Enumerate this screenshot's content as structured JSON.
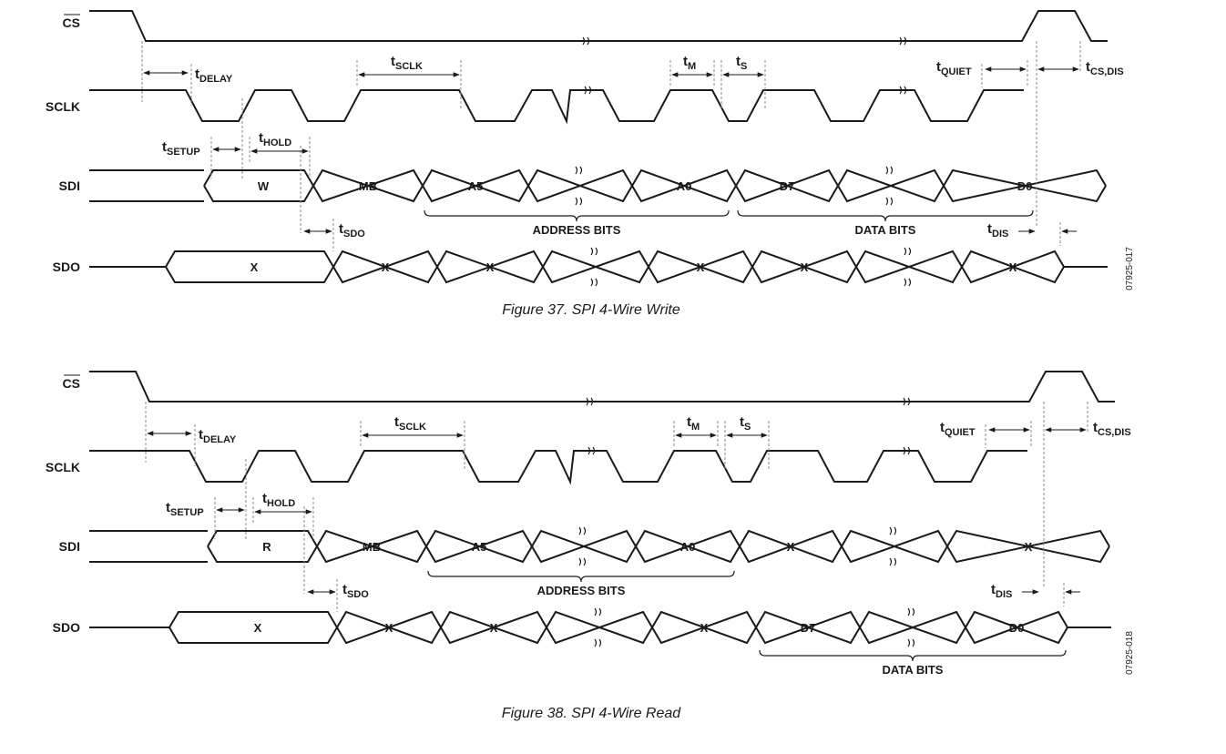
{
  "colors": {
    "line": "#1a1a1a",
    "guide": "#888888",
    "background": "#ffffff"
  },
  "figures": [
    {
      "caption": "Figure 37. SPI 4-Wire Write",
      "code": "07925-017",
      "signals": {
        "cs": "CS",
        "sclk": "SCLK",
        "sdi": "SDI",
        "sdo": "SDO"
      },
      "sdi_cells": [
        "W",
        "MB",
        "A5",
        "",
        "A0",
        "D7",
        "",
        "D0"
      ],
      "sdo_cells": [
        "X",
        "X",
        "X",
        "",
        "X",
        "X",
        "",
        "X"
      ],
      "brackets": {
        "address": "ADDRESS BITS",
        "data": "DATA BITS"
      },
      "timing": {
        "delay": {
          "main": "t",
          "sub": "DELAY"
        },
        "sclk": {
          "main": "t",
          "sub": "SCLK"
        },
        "m": {
          "main": "t",
          "sub": "M"
        },
        "s": {
          "main": "t",
          "sub": "S"
        },
        "quiet": {
          "main": "t",
          "sub": "QUIET"
        },
        "csdis": {
          "main": "t",
          "sub": "CS,DIS"
        },
        "setup": {
          "main": "t",
          "sub": "SETUP"
        },
        "hold": {
          "main": "t",
          "sub": "HOLD"
        },
        "sdo": {
          "main": "t",
          "sub": "SDO"
        },
        "dis": {
          "main": "t",
          "sub": "DIS"
        }
      }
    },
    {
      "caption": "Figure 38. SPI 4-Wire Read",
      "code": "07925-018",
      "signals": {
        "cs": "CS",
        "sclk": "SCLK",
        "sdi": "SDI",
        "sdo": "SDO"
      },
      "sdi_cells": [
        "R",
        "MB",
        "A5",
        "",
        "A0",
        "X",
        "",
        "X"
      ],
      "sdo_cells": [
        "X",
        "X",
        "X",
        "",
        "X",
        "D7",
        "",
        "D0"
      ],
      "brackets": {
        "address": "ADDRESS BITS",
        "data": "DATA BITS"
      },
      "timing": {
        "delay": {
          "main": "t",
          "sub": "DELAY"
        },
        "sclk": {
          "main": "t",
          "sub": "SCLK"
        },
        "m": {
          "main": "t",
          "sub": "M"
        },
        "s": {
          "main": "t",
          "sub": "S"
        },
        "quiet": {
          "main": "t",
          "sub": "QUIET"
        },
        "csdis": {
          "main": "t",
          "sub": "CS,DIS"
        },
        "setup": {
          "main": "t",
          "sub": "SETUP"
        },
        "hold": {
          "main": "t",
          "sub": "HOLD"
        },
        "sdo": {
          "main": "t",
          "sub": "SDO"
        },
        "dis": {
          "main": "t",
          "sub": "DIS"
        }
      }
    }
  ]
}
